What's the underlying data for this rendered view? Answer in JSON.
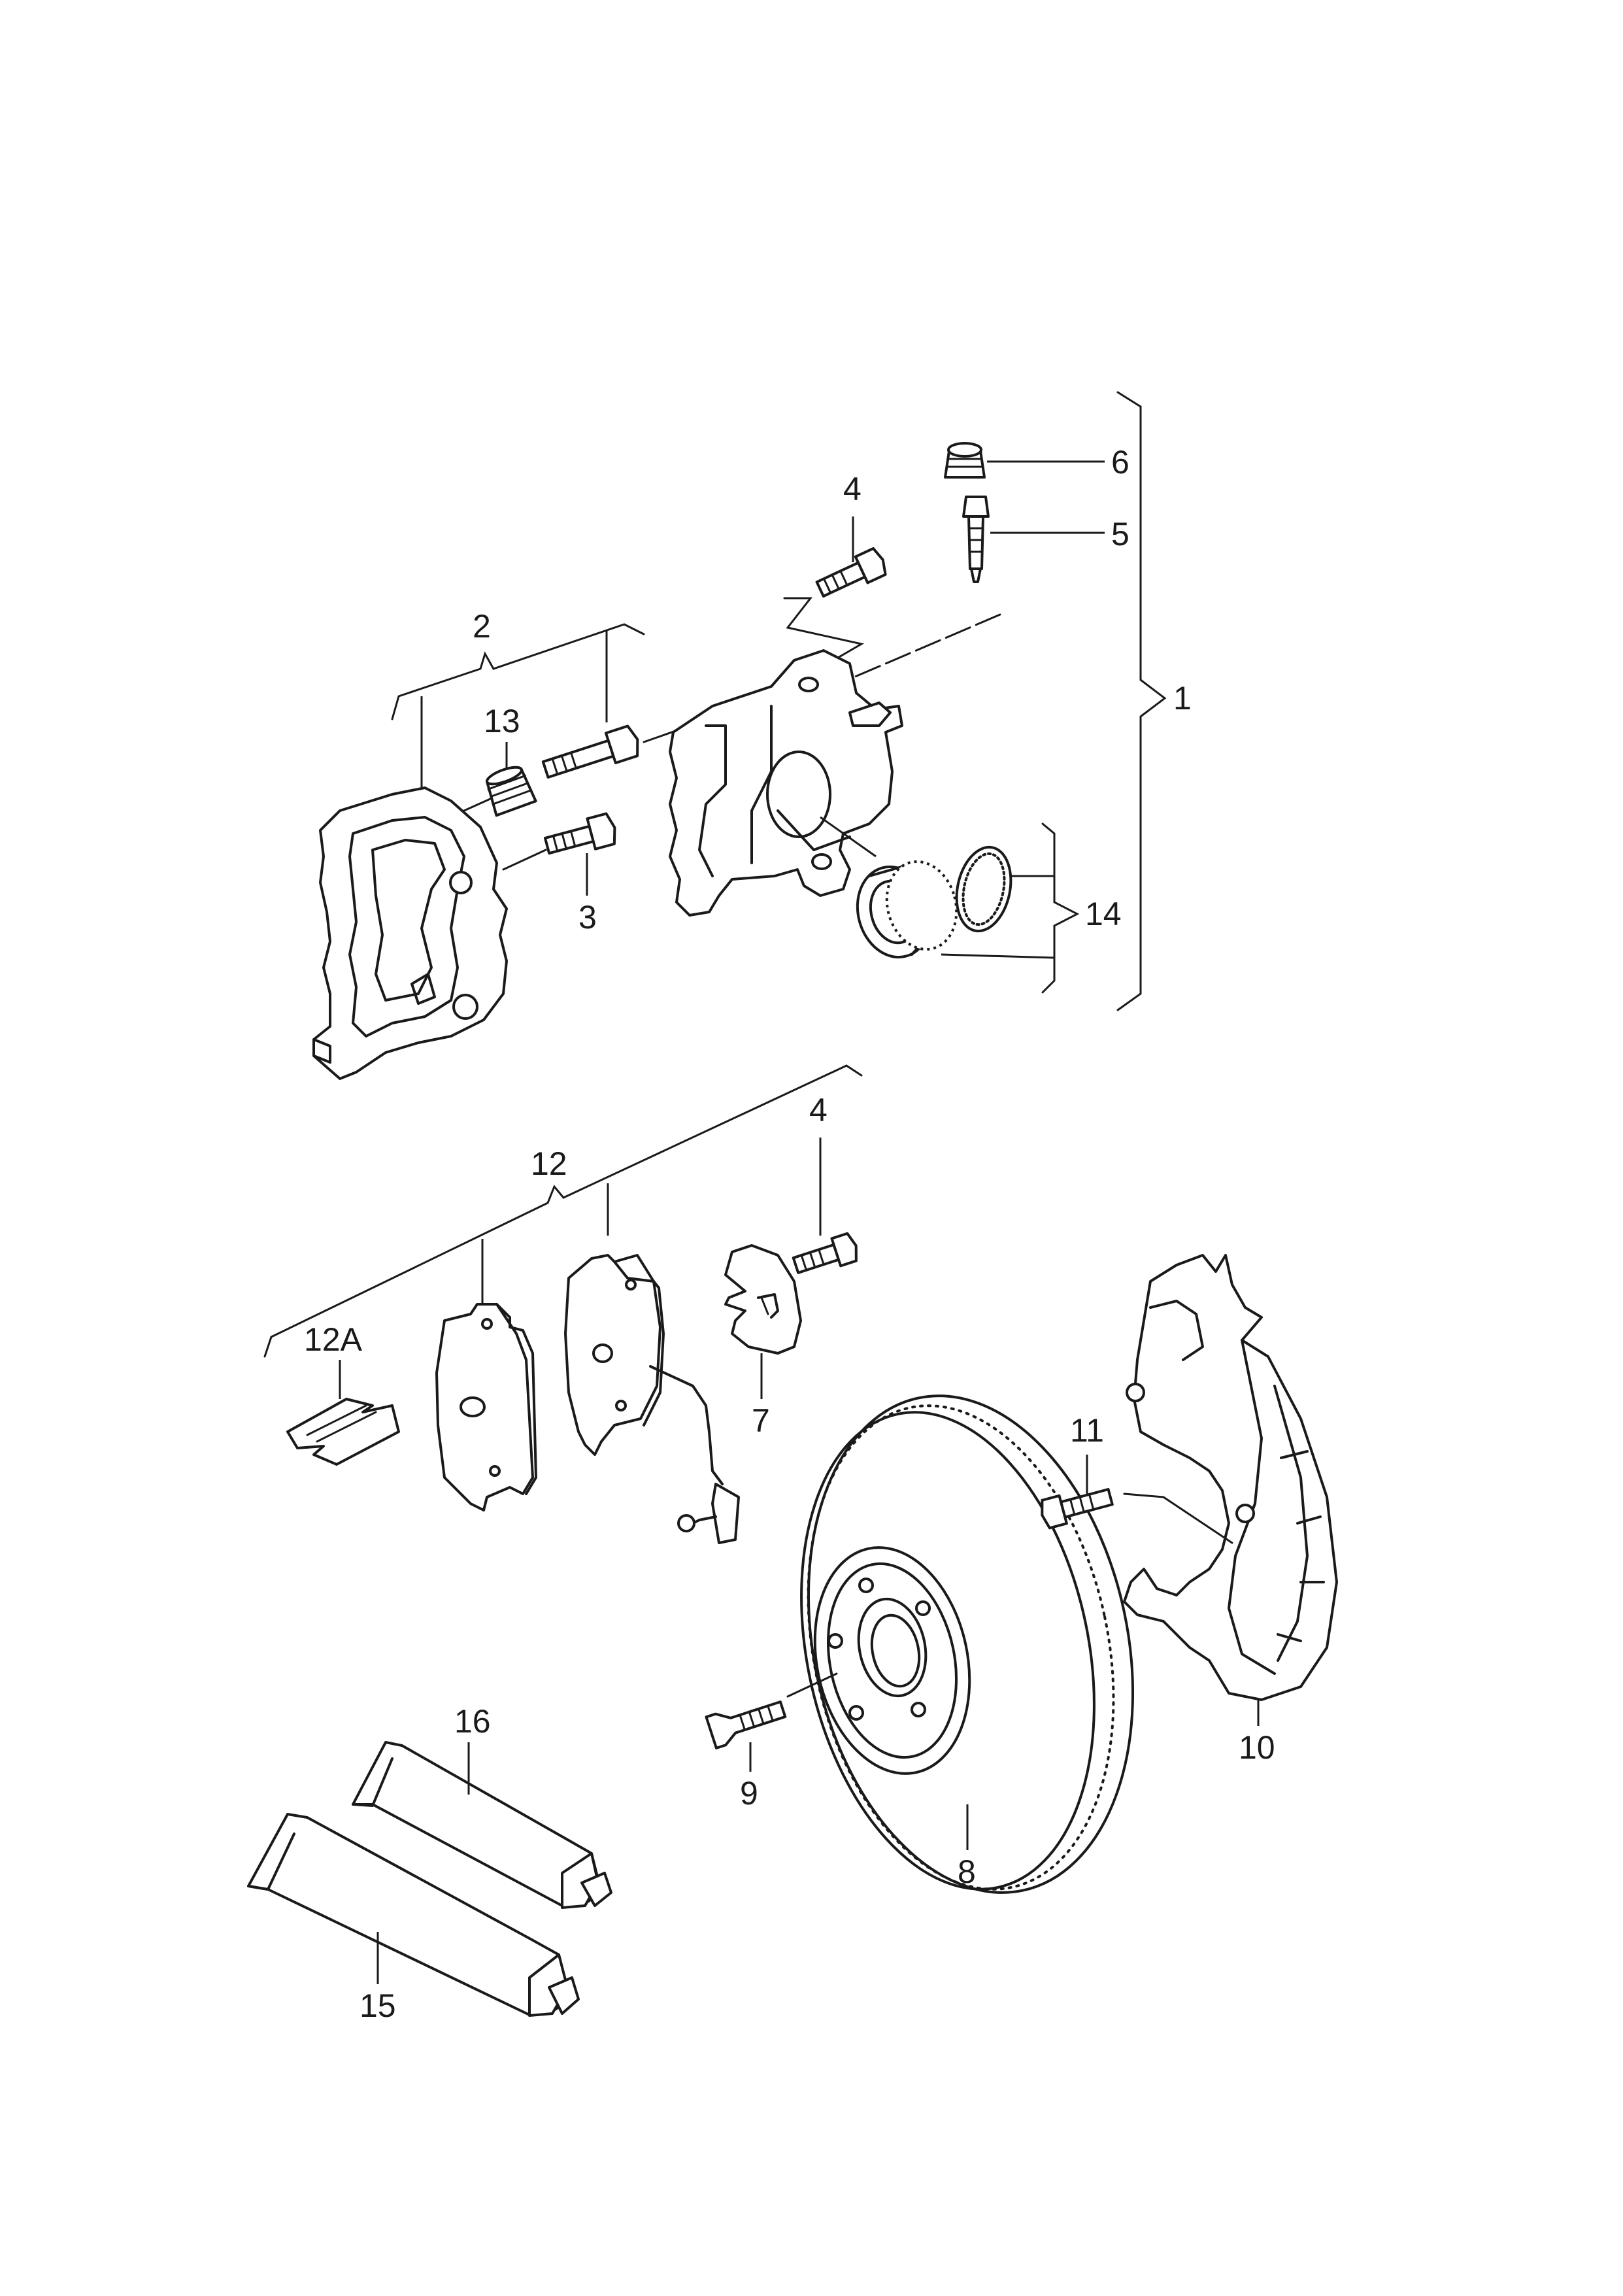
{
  "callouts": {
    "c1": "1",
    "c2": "2",
    "c3": "3",
    "c4a": "4",
    "c4b": "4",
    "c5": "5",
    "c6": "6",
    "c7": "7",
    "c8": "8",
    "c9": "9",
    "c10": "10",
    "c11": "11",
    "c12": "12",
    "c12a": "12A",
    "c13": "13",
    "c14": "14",
    "c15": "15",
    "c16": "16"
  }
}
